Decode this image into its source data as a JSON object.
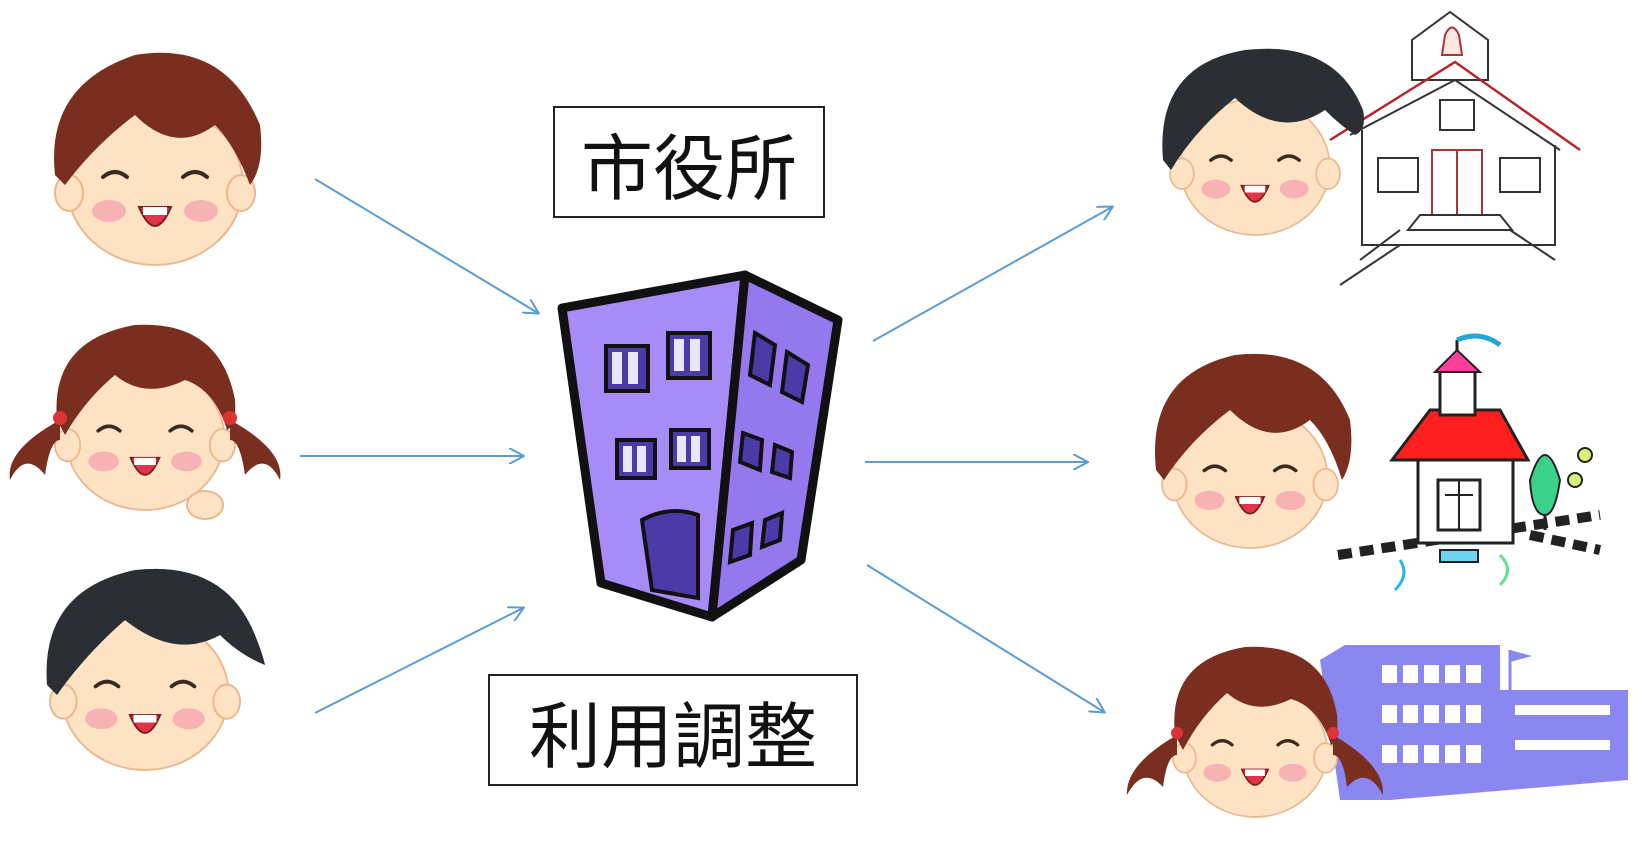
{
  "diagram": {
    "title": "市役所",
    "subtitle": "利用調整"
  },
  "colors": {
    "arrow": "#5b9bd5",
    "building_purple": "#a78bfa",
    "building_dark": "#1b1b1b",
    "hair_brown": "#7a2e20",
    "hair_black": "#2b2f33",
    "skin": "#fde2c4",
    "cheek": "#f7b3b3",
    "school_purple": "#8b87f0",
    "kindergarten_red": "#ff1f1f"
  },
  "nodes": {
    "left_children": [
      "child-boy-brown-hair",
      "child-girl-pigtails",
      "child-boy-black-hair"
    ],
    "center": "city-hall-building",
    "right_facilities": [
      "elementary-school",
      "kindergarten",
      "school-building"
    ]
  }
}
